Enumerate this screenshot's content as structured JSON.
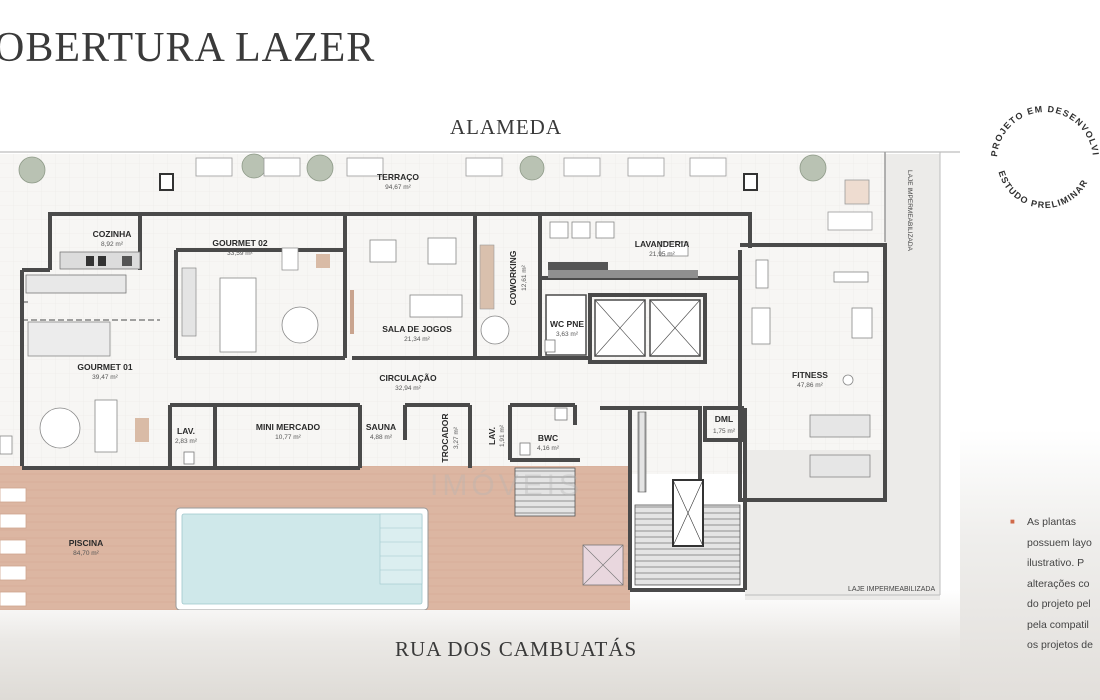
{
  "title": "OBERTURA LAZER",
  "streets": {
    "top": "ALAMEDA",
    "bottom": "RUA DOS CAMBUATÁS"
  },
  "stamp": {
    "top": "PROJETO EM DESENVOLVIMENTO",
    "bottom": "ESTUDO PRELIMINAR"
  },
  "laje_right": "LAJE IMPERMEABILIZADA",
  "laje_bottom": "LAJE IMPERMEABILIZADA",
  "watermark": "IMÓVEIS",
  "rooms": {
    "terraco": {
      "name": "TERRAÇO",
      "area": "94,67 m²"
    },
    "cozinha": {
      "name": "COZINHA",
      "area": "8,92 m²"
    },
    "gourmet02": {
      "name": "GOURMET 02",
      "area": "33,59 m²"
    },
    "salajogos": {
      "name": "SALA DE JOGOS",
      "area": "21,34 m²"
    },
    "coworking": {
      "name": "COWORKING",
      "area": "12,61 m²"
    },
    "lavanderia": {
      "name": "LAVANDERIA",
      "area": "21,95 m²"
    },
    "wcpne": {
      "name": "WC PNE",
      "area": "3,63 m²"
    },
    "gourmet01": {
      "name": "GOURMET 01",
      "area": "39,47 m²"
    },
    "circulacao": {
      "name": "CIRCULAÇÃO",
      "area": "32,94 m²"
    },
    "fitness": {
      "name": "FITNESS",
      "area": "47,86 m²"
    },
    "lav1": {
      "name": "LAV.",
      "area": "2,83 m²"
    },
    "minimercado": {
      "name": "MINI MERCADO",
      "area": "10,77 m²"
    },
    "sauna": {
      "name": "SAUNA",
      "area": "4,88 m²"
    },
    "trocador": {
      "name": "TROCADOR",
      "area": "3,27 m²"
    },
    "lav2": {
      "name": "LAV.",
      "area": "1,91 m²"
    },
    "bwc": {
      "name": "BWC",
      "area": "4,16 m²"
    },
    "dml": {
      "name": "DML",
      "area": "1,75 m²"
    },
    "piscina": {
      "name": "PISCINA",
      "area": "84,70 m²"
    }
  },
  "notes": [
    "As plantas",
    "possuem layo",
    "ilustrativo. P",
    "alterações co",
    "do projeto pel",
    "pela compatil",
    "os projetos de"
  ],
  "colors": {
    "deck": "#dcb6a2",
    "pool": "#cfe8ea",
    "wall": "#4a4a4a",
    "floor": "#f6f5f3"
  }
}
